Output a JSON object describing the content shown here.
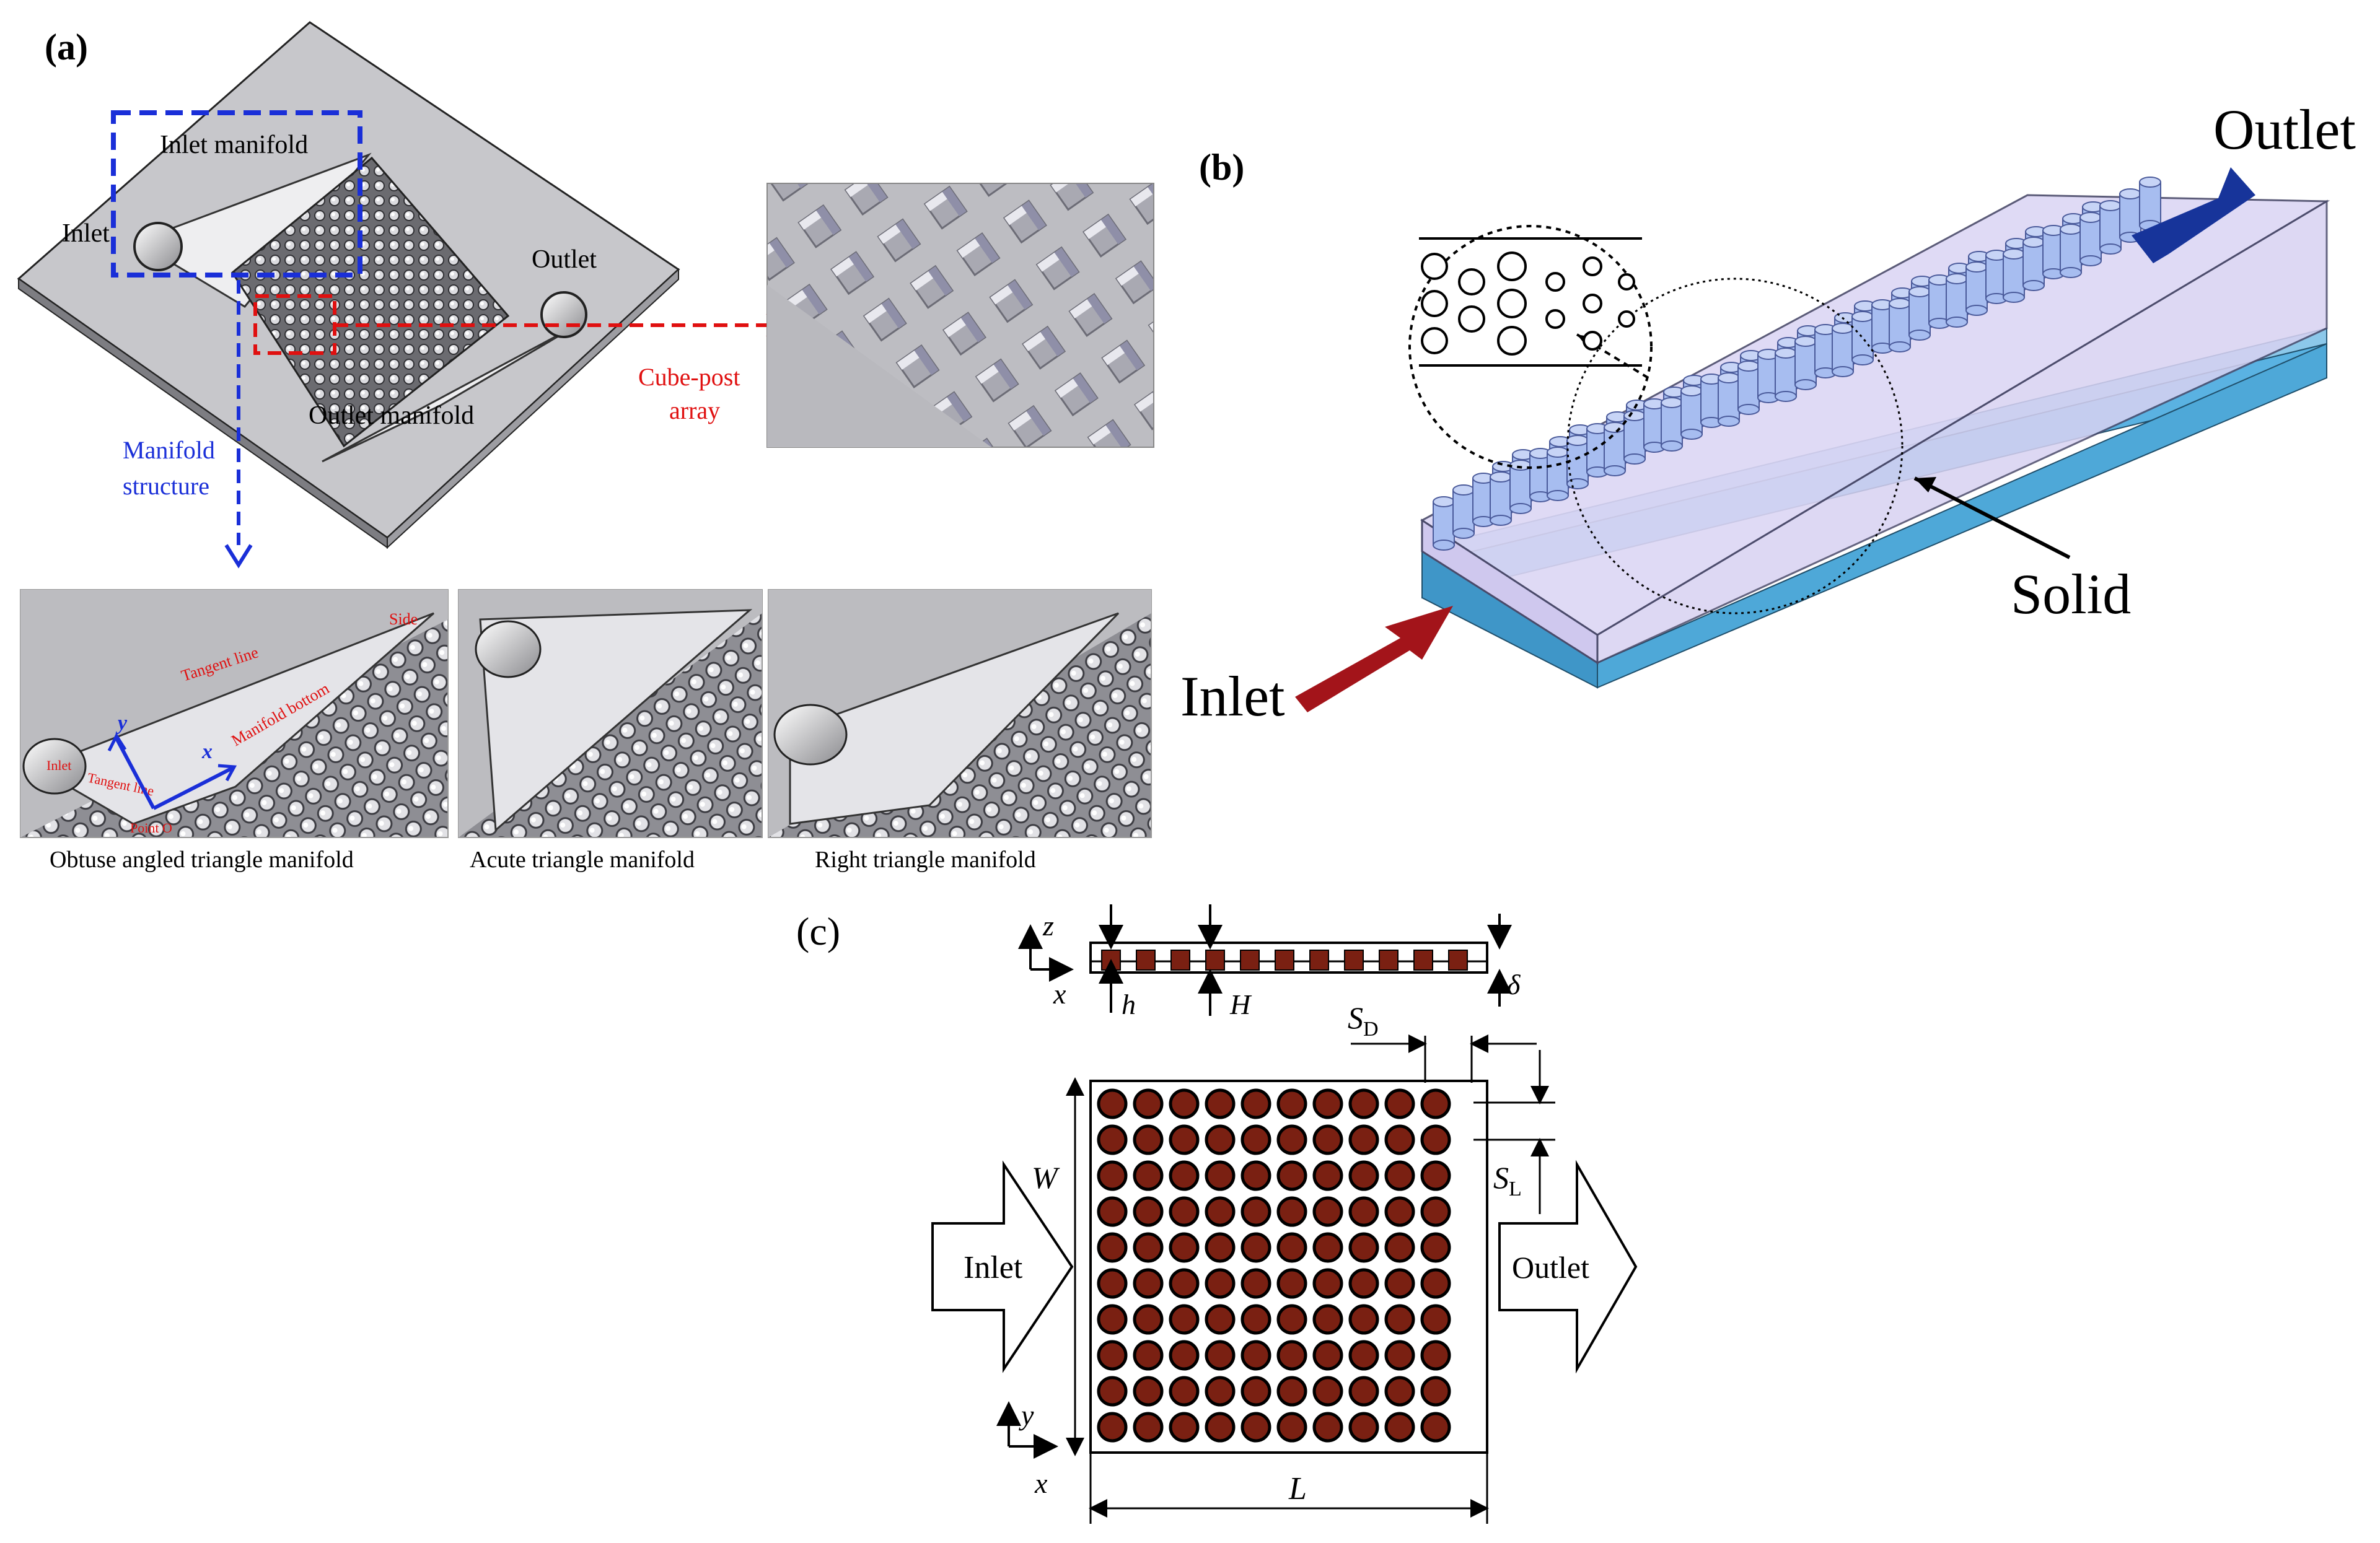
{
  "panel_a": {
    "label": "(a)",
    "plate_labels": {
      "inlet_manifold": "Inlet manifold",
      "inlet": "Inlet",
      "outlet": "Outlet",
      "outlet_manifold": "Outlet manifold",
      "manifold_structure": [
        "Manifold",
        "structure"
      ],
      "cube_post_array": [
        "Cube-post",
        "array"
      ]
    },
    "detail_labels": {
      "side": "Side",
      "tangent_line": "Tangent line",
      "manifold_bottom": "Manifold bottom",
      "inlet": "Inlet",
      "tangent_line_2": "Tangent line",
      "point_o": "Point O",
      "axis_x": "x",
      "axis_y": "y"
    },
    "captions": {
      "obtuse": "Obtuse angled triangle manifold",
      "acute": "Acute triangle manifold",
      "right": "Right triangle manifold"
    }
  },
  "panel_b": {
    "label": "(b)",
    "outlet": "Outlet",
    "inlet": "Inlet",
    "solid": "Solid"
  },
  "panel_c": {
    "label": "(c)",
    "inlet": "Inlet",
    "outlet": "Outlet",
    "symbols": {
      "z": "z",
      "x": "x",
      "y": "y",
      "h": "h",
      "H": "H",
      "delta": "δ",
      "S": "S",
      "D": "D",
      "L_sub": "L",
      "W": "W",
      "L": "L"
    }
  },
  "colors": {
    "annotation_blue": "#1a2fd8",
    "annotation_red": "#e01010",
    "outlet_arrow": "#17349a",
    "inlet_arrow": "#a3141a",
    "fluid": "#cfc8ee",
    "solid": "#5ab2e2",
    "pin": "#a7bdf0",
    "pin_fin_dark": "#7a2012",
    "plate": "#c7c7cb"
  }
}
